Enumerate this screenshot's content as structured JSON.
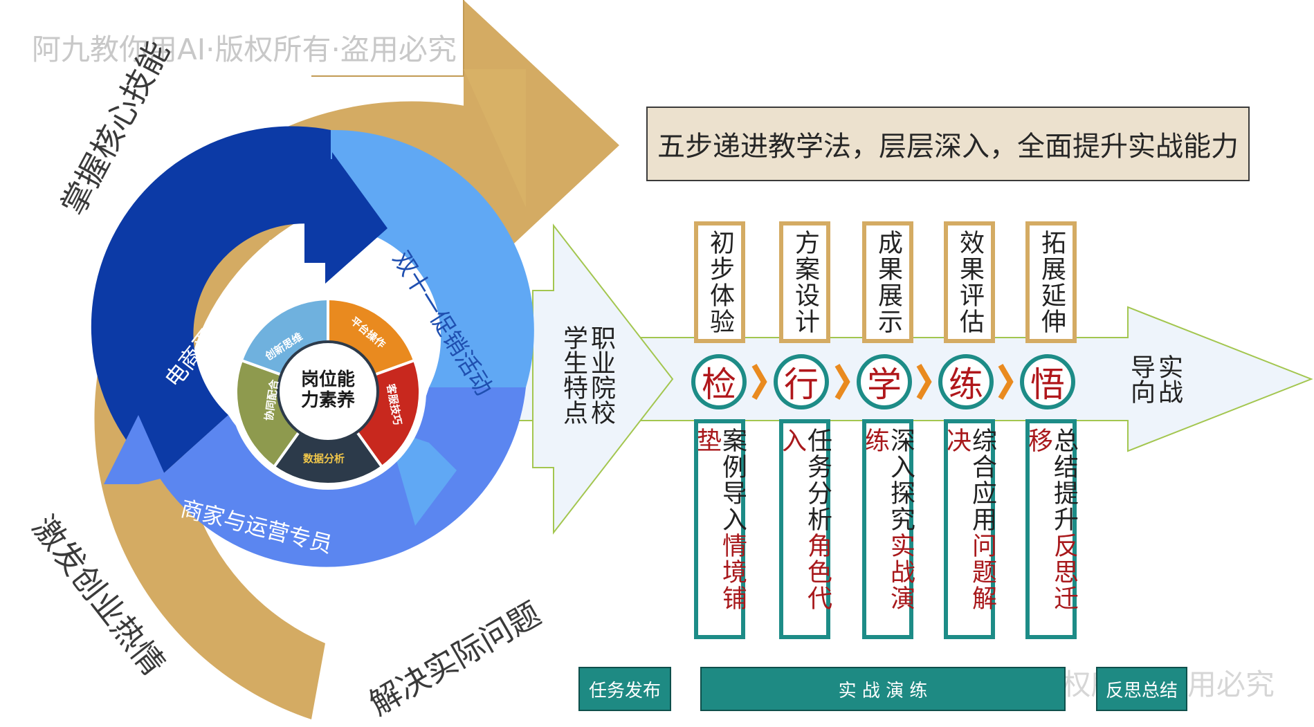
{
  "watermark": "阿九教你用AI·版权所有·盗用必究",
  "headline": "五步递进教学法，层层深入，全面提升实战能力",
  "outer_ring": {
    "top_left": "掌握核心技能",
    "bottom_left": "激发创业热情",
    "bottom_right": "解决实际问题"
  },
  "middle_ring": {
    "left": "电商平台运营管理",
    "right": "双十一促销活动",
    "bottom": "商家与运营专员"
  },
  "core": {
    "center": "岗位能力素养",
    "segments": [
      {
        "label": "创新思维",
        "color": "#6fb1de"
      },
      {
        "label": "平台操作",
        "color": "#e98a1f"
      },
      {
        "label": "客服技巧",
        "color": "#c8281e"
      },
      {
        "label": "数据分析",
        "color": "#2c3a4a"
      },
      {
        "label": "协同配合",
        "color": "#8e9a4e"
      }
    ]
  },
  "student_traits": "职业院校学生特点",
  "goal": "实战导向",
  "steps": [
    {
      "char": "检",
      "top": "初步体验",
      "bottom_dark": "案例导入",
      "bottom_red": "情境铺垫"
    },
    {
      "char": "行",
      "top": "方案设计",
      "bottom_dark": "任务分析",
      "bottom_red": "角色代入"
    },
    {
      "char": "学",
      "top": "成果展示",
      "bottom_dark": "深入探究",
      "bottom_red": "实战演练"
    },
    {
      "char": "练",
      "top": "效果评估",
      "bottom_dark": "综合应用",
      "bottom_red": "问题解决"
    },
    {
      "char": "悟",
      "top": "拓展延伸",
      "bottom_dark": "总结提升",
      "bottom_red": "反思迁移"
    }
  ],
  "phases": {
    "start": "任务发布",
    "middle": "实 战 演 练",
    "end": "反思总结"
  },
  "colors": {
    "gold": "#d4ab63",
    "teal": "#1d8c87",
    "navy": "#0c3aa6",
    "sky": "#60a8f4",
    "periwinkle": "#5b86f0",
    "red_char": "#b0171b"
  }
}
